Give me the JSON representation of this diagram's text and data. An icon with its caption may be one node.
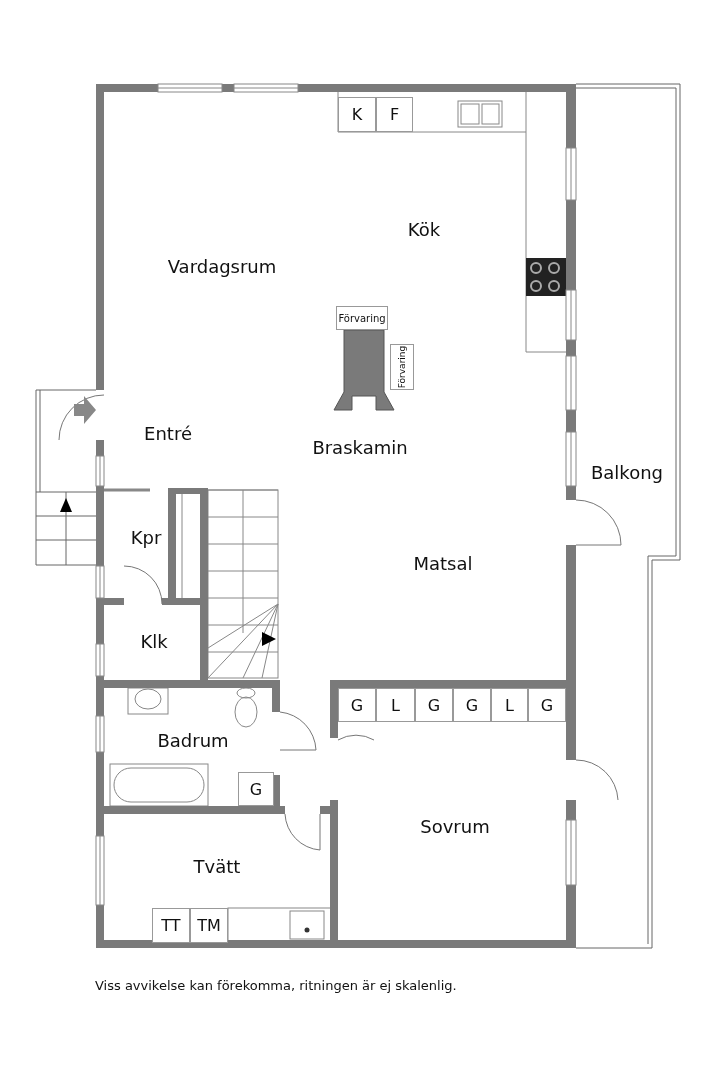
{
  "diagram": {
    "caption": "Viss avvikelse kan förekomma, ritningen är ej skalenlig.",
    "labels": [
      "K",
      "F",
      "Kök",
      "Vardagsrum",
      "Förvaring",
      "Förvaring",
      "Entré",
      "Braskamin",
      "Balkong",
      "Kpr",
      "Matsal",
      "Klk",
      "G",
      "L",
      "G",
      "G",
      "L",
      "G",
      "Badrum",
      "G",
      "Sovrum",
      "Tvätt",
      "TT",
      "TM"
    ]
  }
}
